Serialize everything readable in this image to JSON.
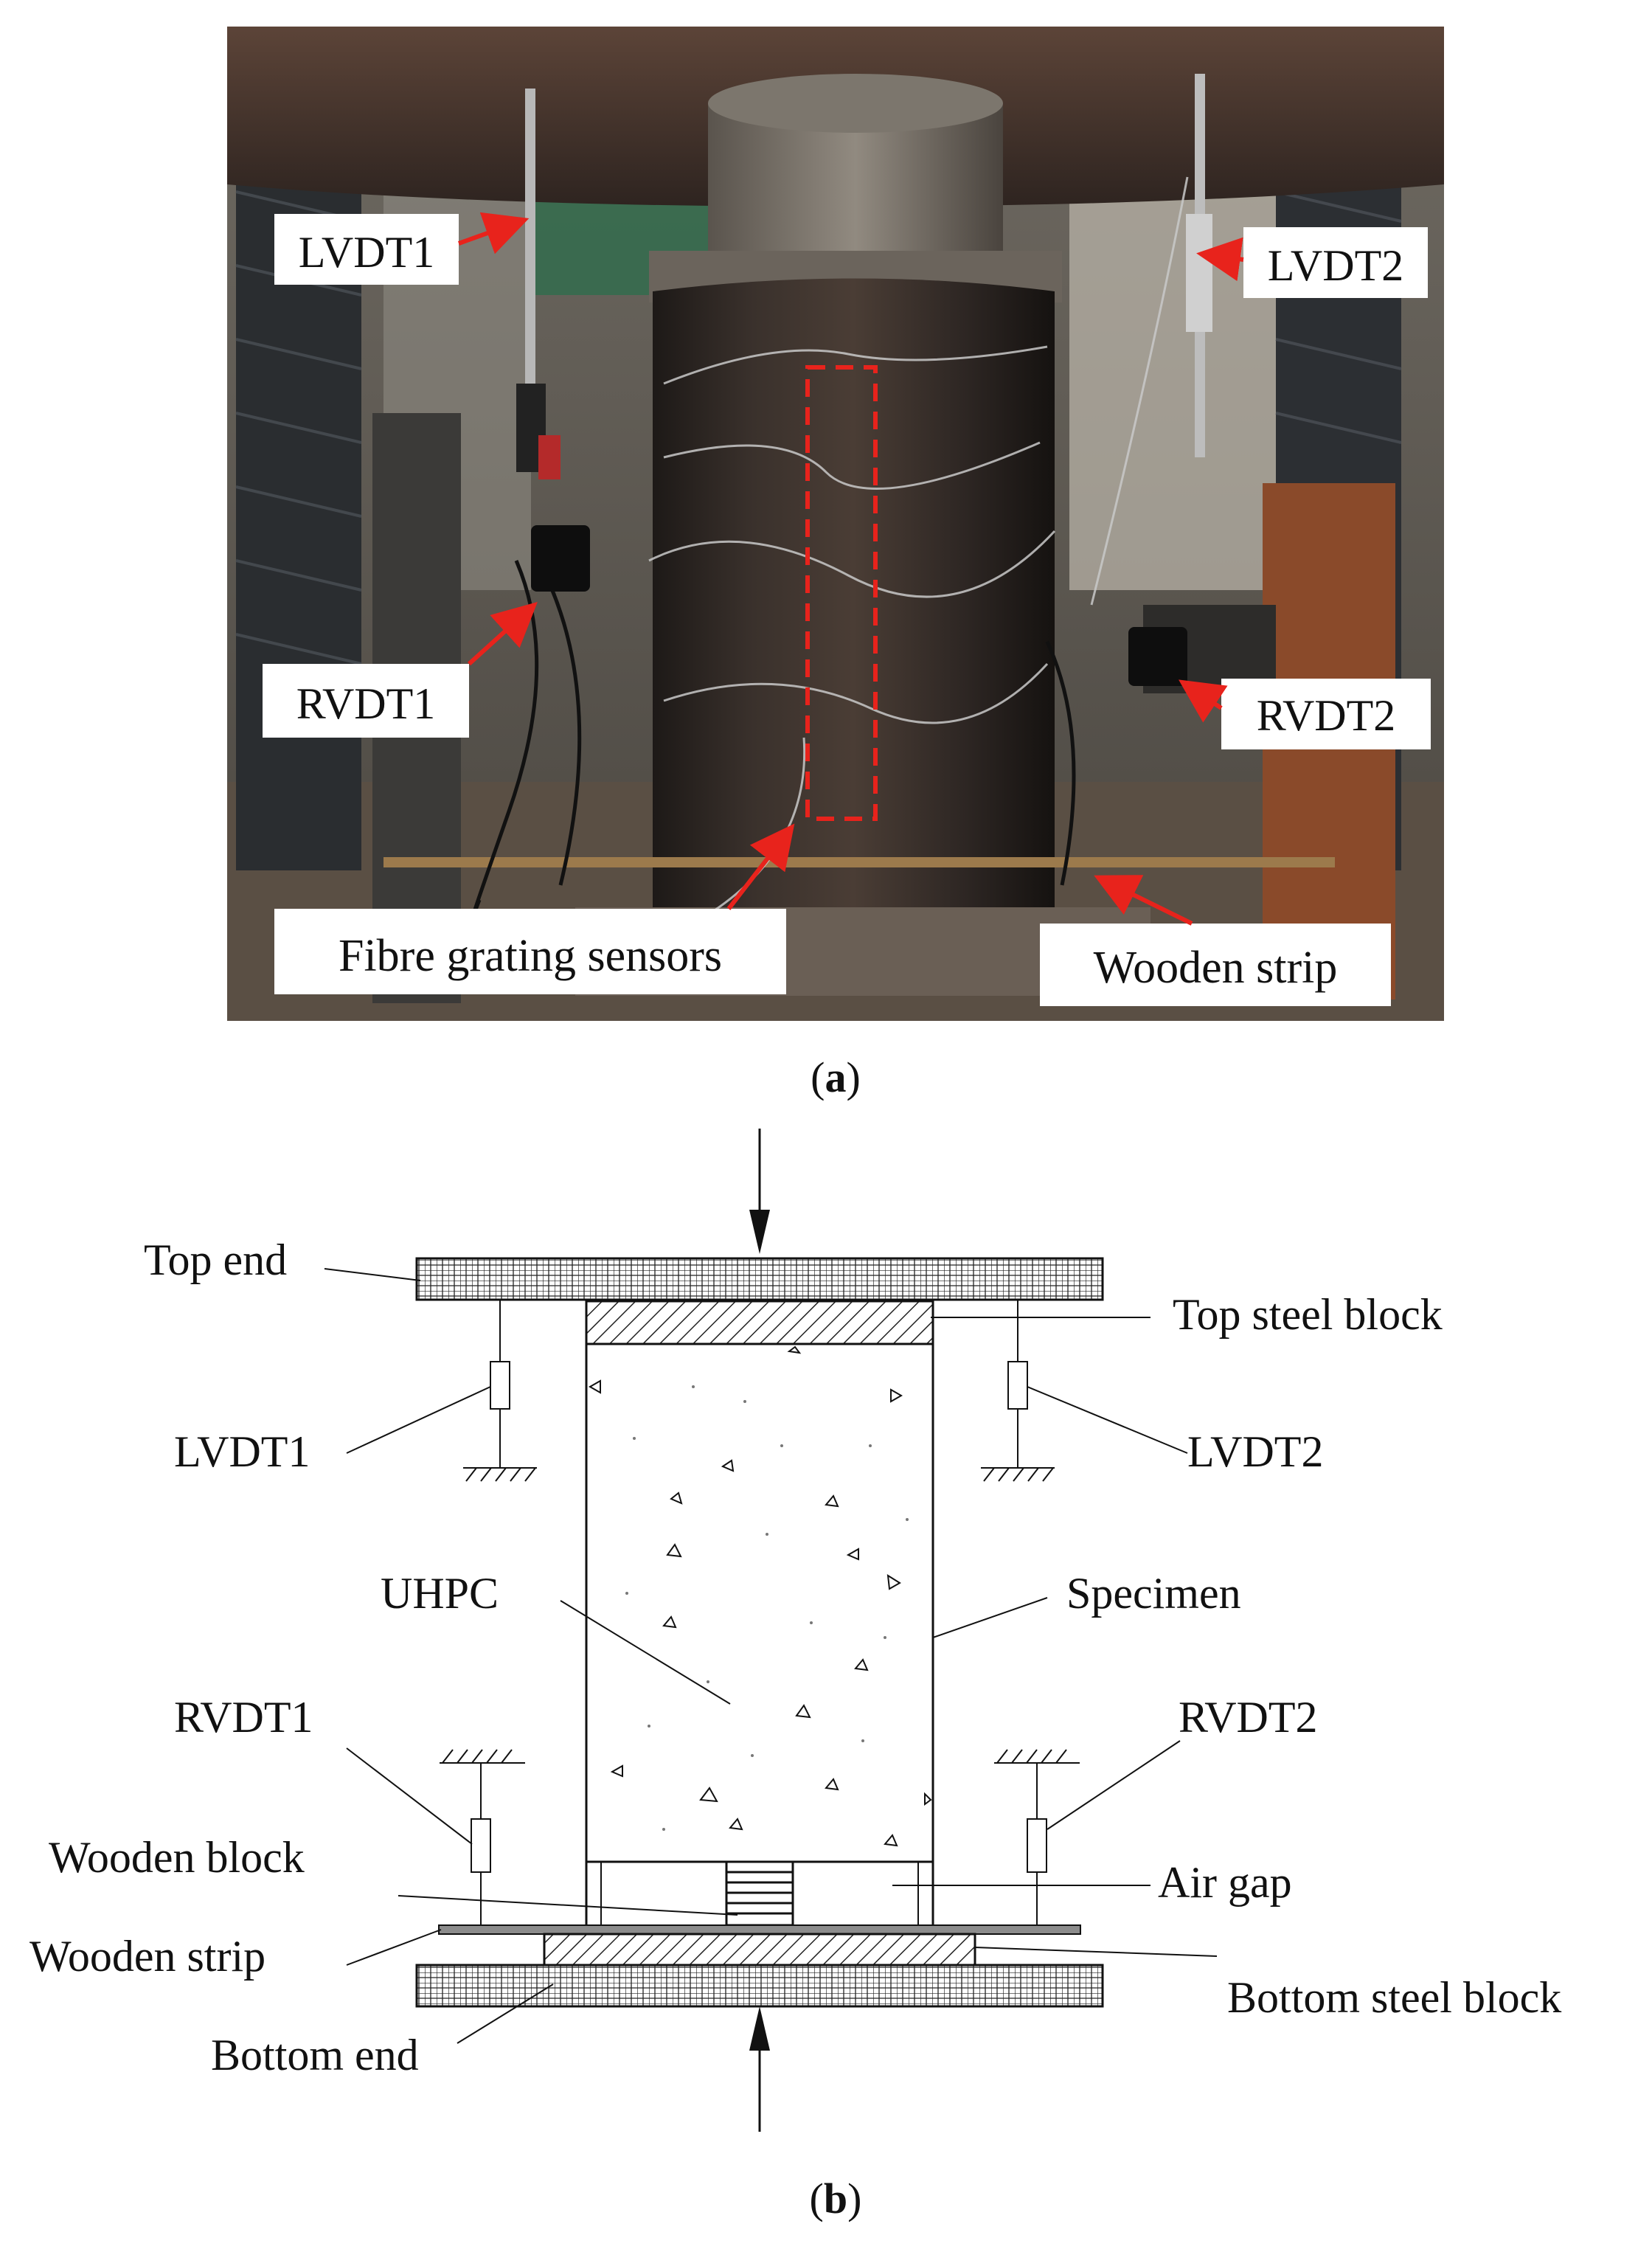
{
  "panel_a": {
    "caption_open": "(",
    "caption_letter": "a",
    "caption_close": ")",
    "labels": {
      "lvdt1": "LVDT1",
      "lvdt2": "LVDT2",
      "rvdt1": "RVDT1",
      "rvdt2": "RVDT2",
      "fibre": "Fibre grating sensors",
      "wooden_strip": "Wooden strip"
    }
  },
  "panel_b": {
    "caption_open": "(",
    "caption_letter": "b",
    "caption_close": ")",
    "labels": {
      "top_end": "Top end",
      "top_steel_block": "Top steel block",
      "lvdt1": "LVDT1",
      "lvdt2": "LVDT2",
      "uhpc": "UHPC",
      "specimen": "Specimen",
      "rvdt1": "RVDT1",
      "rvdt2": "RVDT2",
      "wooden_block": "Wooden block",
      "air_gap": "Air gap",
      "wooden_strip": "Wooden strip",
      "bottom_steel_block": "Bottom steel block",
      "bottom_end": "Bottom end"
    }
  },
  "colors": {
    "annotation_red": "#e8231c",
    "steel_dark": "#3b3733",
    "rust": "#8a4a2a"
  }
}
